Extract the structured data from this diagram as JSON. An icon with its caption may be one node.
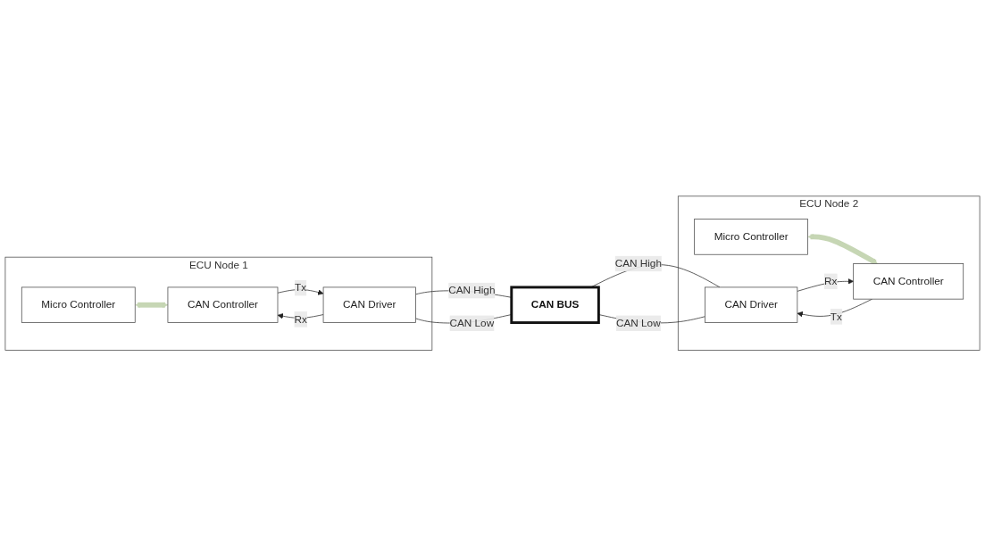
{
  "diagram": {
    "nodes": [
      {
        "text": [
          "ECU Node 1"
        ]
      },
      {
        "text": [
          "Micro Controller"
        ],
        "in": 0
      },
      {
        "text": [
          "CAN Controller"
        ],
        "in": 0
      },
      {
        "text": [
          "CAN Driver"
        ],
        "in": 0
      },
      {
        "text": [
          "ECU Node 2"
        ]
      },
      {
        "text": [
          "Micro Controller"
        ],
        "in": 4
      },
      {
        "text": [
          "CAN Controller"
        ],
        "in": 4
      },
      {
        "text": [
          "CAN Driver"
        ],
        "in": 4
      },
      {
        "text": [
          "CAN BUS"
        ]
      }
    ],
    "edges": [
      {
        "from": 1,
        "to": 2,
        "arrow": "both",
        "style": "thick",
        "color": "#c6d6b4"
      },
      {
        "from": 2,
        "to": 3,
        "label": "Tx",
        "arrow": "to"
      },
      {
        "from": 3,
        "to": 2,
        "label": "Rx",
        "arrow": "to"
      },
      {
        "from": 3,
        "to": 8,
        "label": "CAN High",
        "arrow": "none"
      },
      {
        "from": 3,
        "to": 8,
        "label": "CAN Low",
        "arrow": "none"
      },
      {
        "from": 5,
        "to": 6,
        "arrow": "both",
        "style": "thick",
        "color": "#c6d6b4"
      },
      {
        "from": 6,
        "to": 7,
        "label": "Tx",
        "arrow": "to"
      },
      {
        "from": 7,
        "to": 6,
        "label": "Rx",
        "arrow": "to"
      },
      {
        "from": 8,
        "to": 7,
        "label": "CAN High",
        "arrow": "none"
      },
      {
        "from": 8,
        "to": 7,
        "label": "CAN Low",
        "arrow": "none"
      }
    ]
  }
}
